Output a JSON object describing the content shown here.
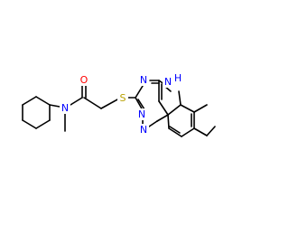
{
  "atoms": {
    "n_amide": {
      "text": "N",
      "color": "#0000ff"
    },
    "o_carbonyl": {
      "text": "O",
      "color": "#ff0000"
    },
    "s_thioether": {
      "text": "S",
      "color": "#b8a000"
    },
    "n_ring_a": {
      "text": "N",
      "color": "#0000ff"
    },
    "n_ring_b": {
      "text": "N",
      "color": "#0000ff"
    },
    "n_ring_c": {
      "text": "N",
      "color": "#0000ff"
    },
    "nh_indole": {
      "text": "N",
      "color": "#0000ff"
    },
    "h_indole": {
      "text": "H",
      "color": "#0000ff"
    }
  }
}
